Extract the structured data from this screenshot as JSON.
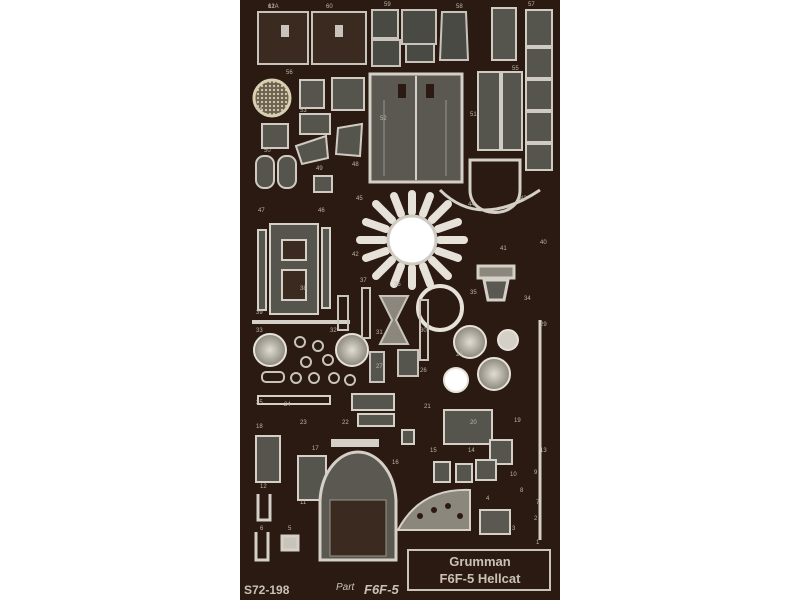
{
  "fret": {
    "code": "S72-198",
    "brand": "Part",
    "model": "F6F-5",
    "plate_line1": "Grumman",
    "plate_line2": "F6F-5 Hellcat",
    "numbers": [
      "61",
      "60",
      "59",
      "58",
      "57",
      "56",
      "55",
      "54",
      "53",
      "52",
      "51",
      "50",
      "49",
      "48",
      "47",
      "46",
      "45",
      "44",
      "43",
      "42",
      "41",
      "40",
      "39",
      "38",
      "37",
      "36",
      "35",
      "34",
      "33",
      "32",
      "31",
      "30",
      "29",
      "28",
      "27",
      "26",
      "25",
      "24",
      "23",
      "22",
      "21",
      "20",
      "19",
      "18",
      "17",
      "16",
      "15",
      "14",
      "13",
      "12",
      "11",
      "10",
      "9",
      "8",
      "7",
      "6",
      "5",
      "4",
      "3",
      "2",
      "1",
      "12A"
    ]
  },
  "colors": {
    "background": "#ffffff",
    "fret": "#2a1a12",
    "metal": "#b8b4ac",
    "highlight": "#e6e2da",
    "etched": "#4a4a44"
  }
}
